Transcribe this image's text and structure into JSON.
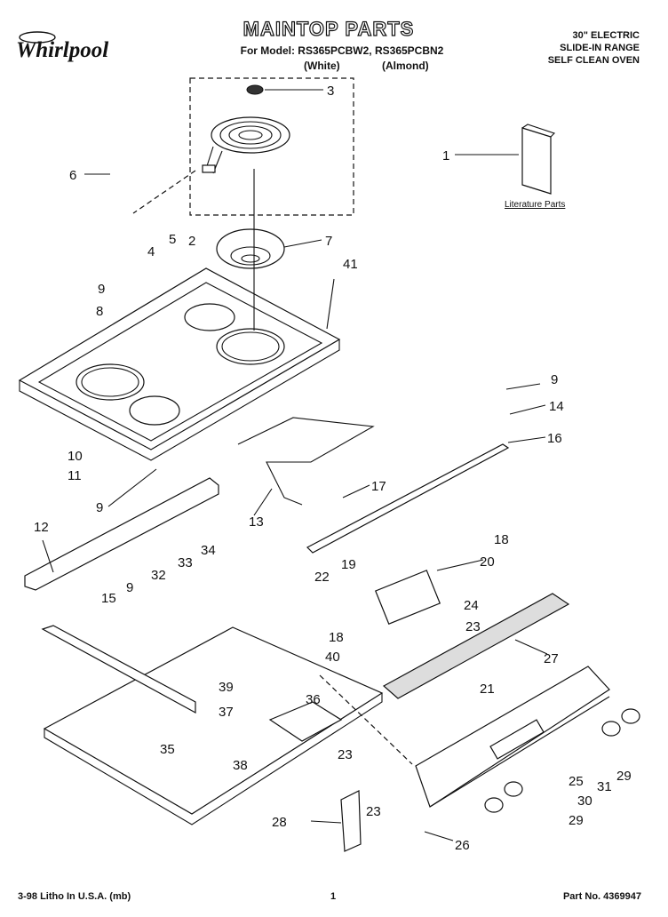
{
  "header": {
    "brand": "Whirlpool",
    "title": "MAINTOP PARTS",
    "model_line": "For Model: RS365PCBW2, RS365PCBN2",
    "variant_white": "(White)",
    "variant_almond": "(Almond)",
    "description": [
      "30\" ELECTRIC",
      "SLIDE-IN RANGE",
      "SELF CLEAN OVEN"
    ]
  },
  "literature_label": "Literature Parts",
  "callouts": [
    "1",
    "2",
    "3",
    "4",
    "5",
    "6",
    "7",
    "8",
    "9",
    "9",
    "9",
    "9",
    "10",
    "11",
    "12",
    "13",
    "14",
    "15",
    "16",
    "17",
    "18",
    "18",
    "19",
    "20",
    "21",
    "22",
    "23",
    "23",
    "23",
    "24",
    "26",
    "25",
    "27",
    "28",
    "29",
    "29",
    "30",
    "31",
    "32",
    "33",
    "34",
    "35",
    "36",
    "37",
    "38",
    "39",
    "40",
    "41"
  ],
  "footer": {
    "left": "3-98 Litho In U.S.A. (mb)",
    "center": "1",
    "right": "Part No. 4369947"
  }
}
